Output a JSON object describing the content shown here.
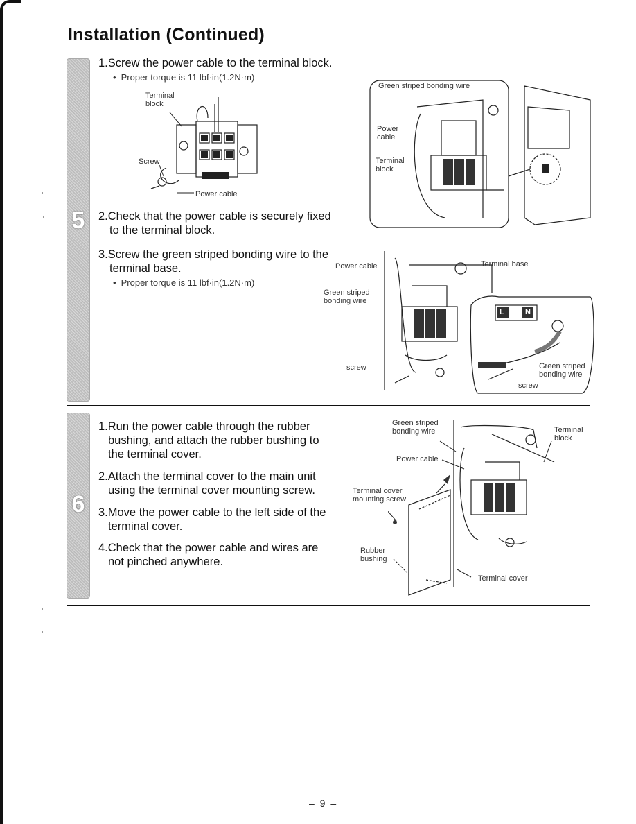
{
  "title": "Installation (Continued)",
  "section5": {
    "number": "5",
    "step1": "1.Screw the power cable to the terminal block.",
    "step1_note": "Proper torque is 11 lbf·in(1.2N·m)",
    "step2_line1": "2.Check that the power cable is securely fixed",
    "step2_line2": "to the terminal block.",
    "step3_line1": "3.Screw the green striped bonding wire to the",
    "step3_line2": "terminal base.",
    "step3_note": "Proper torque is 11 lbf·in(1.2N·m)",
    "fig1": {
      "terminal_block": "Terminal\nblock",
      "screw": "Screw",
      "power_cable": "Power cable"
    },
    "fig2": {
      "green_wire": "Green striped bonding wire",
      "power_cable": "Power\ncable",
      "terminal_block": "Terminal\nblock"
    },
    "fig3": {
      "power_cable": "Power cable",
      "green_wire": "Green striped\nbonding wire",
      "screw": "screw",
      "terminal_base": "Terminal base",
      "green_wire_zoom": "Green striped\nbonding wire",
      "screw_zoom": "screw",
      "L": "L",
      "N": "N"
    }
  },
  "section6": {
    "number": "6",
    "step1_line1": "1.Run the power cable through the rubber",
    "step1_line2": "bushing, and attach the rubber bushing to",
    "step1_line3": "the terminal cover.",
    "step2_line1": "2.Attach the terminal cover to the main unit",
    "step2_line2": "using the terminal cover mounting screw.",
    "step3_line1": "3.Move the power cable to the left side of the",
    "step3_line2": "terminal cover.",
    "step4_line1": "4.Check that the power cable and wires are",
    "step4_line2": "not pinched anywhere.",
    "fig4": {
      "green_wire": "Green striped\nbonding wire",
      "terminal_block": "Terminal\nblock",
      "power_cable": "Power cable",
      "mounting_screw": "Terminal cover\nmounting screw",
      "rubber_bushing": "Rubber\nbushing",
      "terminal_cover": "Terminal cover"
    }
  },
  "page_number": "– 9 –"
}
